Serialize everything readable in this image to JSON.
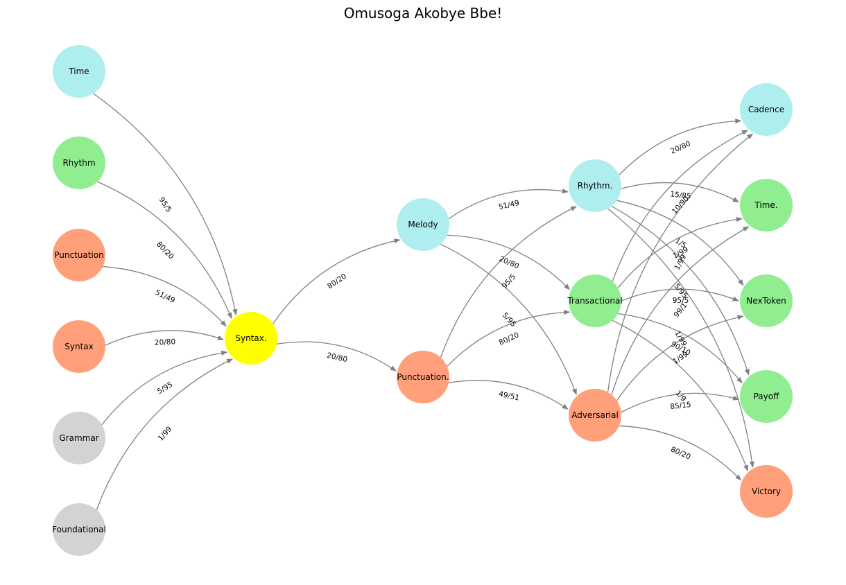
{
  "title": "Omusoga Akobye Bbe!",
  "colors": {
    "cyan": "#afeeee",
    "green": "#90ee90",
    "salmon": "#ffa07a",
    "gray": "#d3d3d3",
    "yellow": "#ffff00",
    "edge": "#808080"
  },
  "nodes": [
    {
      "id": "time",
      "label": "Time",
      "color": "cyan"
    },
    {
      "id": "rhythm",
      "label": "Rhythm",
      "color": "green"
    },
    {
      "id": "punctuation",
      "label": "Punctuation",
      "color": "salmon"
    },
    {
      "id": "syntax",
      "label": "Syntax",
      "color": "salmon"
    },
    {
      "id": "grammar",
      "label": "Grammar",
      "color": "gray"
    },
    {
      "id": "foundational",
      "label": "Foundational",
      "color": "gray"
    },
    {
      "id": "syntax2",
      "label": "Syntax.",
      "color": "yellow"
    },
    {
      "id": "melody",
      "label": "Melody",
      "color": "cyan"
    },
    {
      "id": "punctuation2",
      "label": "Punctuation.",
      "color": "salmon"
    },
    {
      "id": "rhythm2",
      "label": "Rhythm.",
      "color": "cyan"
    },
    {
      "id": "transactional",
      "label": "Transactional",
      "color": "green"
    },
    {
      "id": "adversarial",
      "label": "Adversarial",
      "color": "salmon"
    },
    {
      "id": "cadence",
      "label": "Cadence",
      "color": "cyan"
    },
    {
      "id": "time2",
      "label": "Time.",
      "color": "green"
    },
    {
      "id": "nextoken",
      "label": "NexToken",
      "color": "green"
    },
    {
      "id": "payoff",
      "label": "Payoff",
      "color": "green"
    },
    {
      "id": "victory",
      "label": "Victory",
      "color": "salmon"
    }
  ],
  "edges": [
    {
      "from": "time",
      "to": "syntax2",
      "label": "95/5"
    },
    {
      "from": "rhythm",
      "to": "syntax2",
      "label": "80/20"
    },
    {
      "from": "punctuation",
      "to": "syntax2",
      "label": "51/49"
    },
    {
      "from": "syntax",
      "to": "syntax2",
      "label": "20/80"
    },
    {
      "from": "grammar",
      "to": "syntax2",
      "label": "5/95"
    },
    {
      "from": "foundational",
      "to": "syntax2",
      "label": "1/99"
    },
    {
      "from": "syntax2",
      "to": "melody",
      "label": "80/20"
    },
    {
      "from": "syntax2",
      "to": "punctuation2",
      "label": "20/80"
    },
    {
      "from": "melody",
      "to": "rhythm2",
      "label": "51/49"
    },
    {
      "from": "melody",
      "to": "transactional",
      "label": "20/80"
    },
    {
      "from": "melody",
      "to": "adversarial",
      "label": "5/95"
    },
    {
      "from": "punctuation2",
      "to": "rhythm2",
      "label": "95/5"
    },
    {
      "from": "punctuation2",
      "to": "transactional",
      "label": "80/20"
    },
    {
      "from": "punctuation2",
      "to": "adversarial",
      "label": "49/51"
    },
    {
      "from": "rhythm2",
      "to": "cadence",
      "label": "20/80"
    },
    {
      "from": "rhythm2",
      "to": "time2",
      "label": "15/85"
    },
    {
      "from": "rhythm2",
      "to": "nextoken",
      "label": "1/5"
    },
    {
      "from": "rhythm2",
      "to": "payoff",
      "label": "5/95"
    },
    {
      "from": "rhythm2",
      "to": "victory",
      "label": "1/99"
    },
    {
      "from": "transactional",
      "to": "cadence",
      "label": "10/90"
    },
    {
      "from": "transactional",
      "to": "time2",
      "label": "1/99"
    },
    {
      "from": "transactional",
      "to": "nextoken",
      "label": "95/5"
    },
    {
      "from": "transactional",
      "to": "payoff",
      "label": "90/10"
    },
    {
      "from": "transactional",
      "to": "victory",
      "label": "1/9"
    },
    {
      "from": "adversarial",
      "to": "cadence",
      "label": "1/99"
    },
    {
      "from": "adversarial",
      "to": "time2",
      "label": "99/1"
    },
    {
      "from": "adversarial",
      "to": "nextoken",
      "label": "1/99"
    },
    {
      "from": "adversarial",
      "to": "payoff",
      "label": "85/15"
    },
    {
      "from": "adversarial",
      "to": "victory",
      "label": "80/20"
    }
  ]
}
